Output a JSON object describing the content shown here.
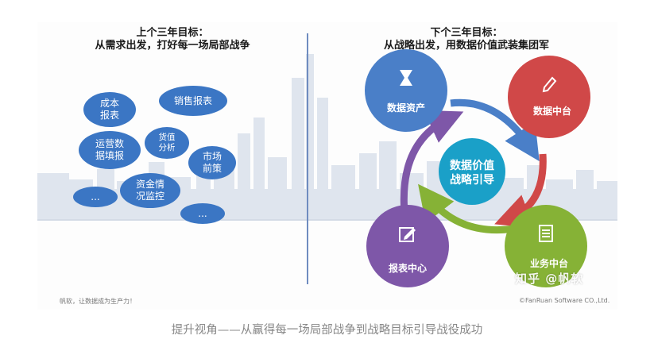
{
  "left_heading": {
    "line1": "上个三年目标：",
    "line2": "从需求出发，打好每一场局部战争"
  },
  "right_heading": {
    "line1": "下个三年目标：",
    "line2": "从战略出发，用数据价值武装集团军"
  },
  "left_bubbles": [
    {
      "id": "cost",
      "label": "成本\n报表"
    },
    {
      "id": "sales",
      "label": "销售报表"
    },
    {
      "id": "ops",
      "label": "运营数\n据填报"
    },
    {
      "id": "goods",
      "label": "货值\n分析"
    },
    {
      "id": "market",
      "label": "市场\n前策"
    },
    {
      "id": "funds",
      "label": "资金情\n况监控"
    },
    {
      "id": "more1",
      "label": "..."
    },
    {
      "id": "more2",
      "label": "..."
    }
  ],
  "cycle": {
    "center_line1": "数据价值",
    "center_line2": "战略引导",
    "nodes": [
      {
        "id": "assets",
        "label": "数据资产",
        "color": "#4a7fc8",
        "icon": "hourglass-icon"
      },
      {
        "id": "platform",
        "label": "数据中台",
        "color": "#d04848",
        "icon": "pencil-icon"
      },
      {
        "id": "business",
        "label": "业务中台",
        "color": "#86b236",
        "icon": "document-list-icon"
      },
      {
        "id": "reports",
        "label": "报表中心",
        "color": "#7e57a8",
        "icon": "edit-icon"
      }
    ],
    "center_color": "#1aa0c8"
  },
  "footer": {
    "left": "帆软，让数据成为生产力！",
    "right": "©FanRuan Software CO.,Ltd."
  },
  "watermark": "知乎 @帆软",
  "caption": "提升视角——从赢得每一场局部战争到战略目标引导战役成功"
}
